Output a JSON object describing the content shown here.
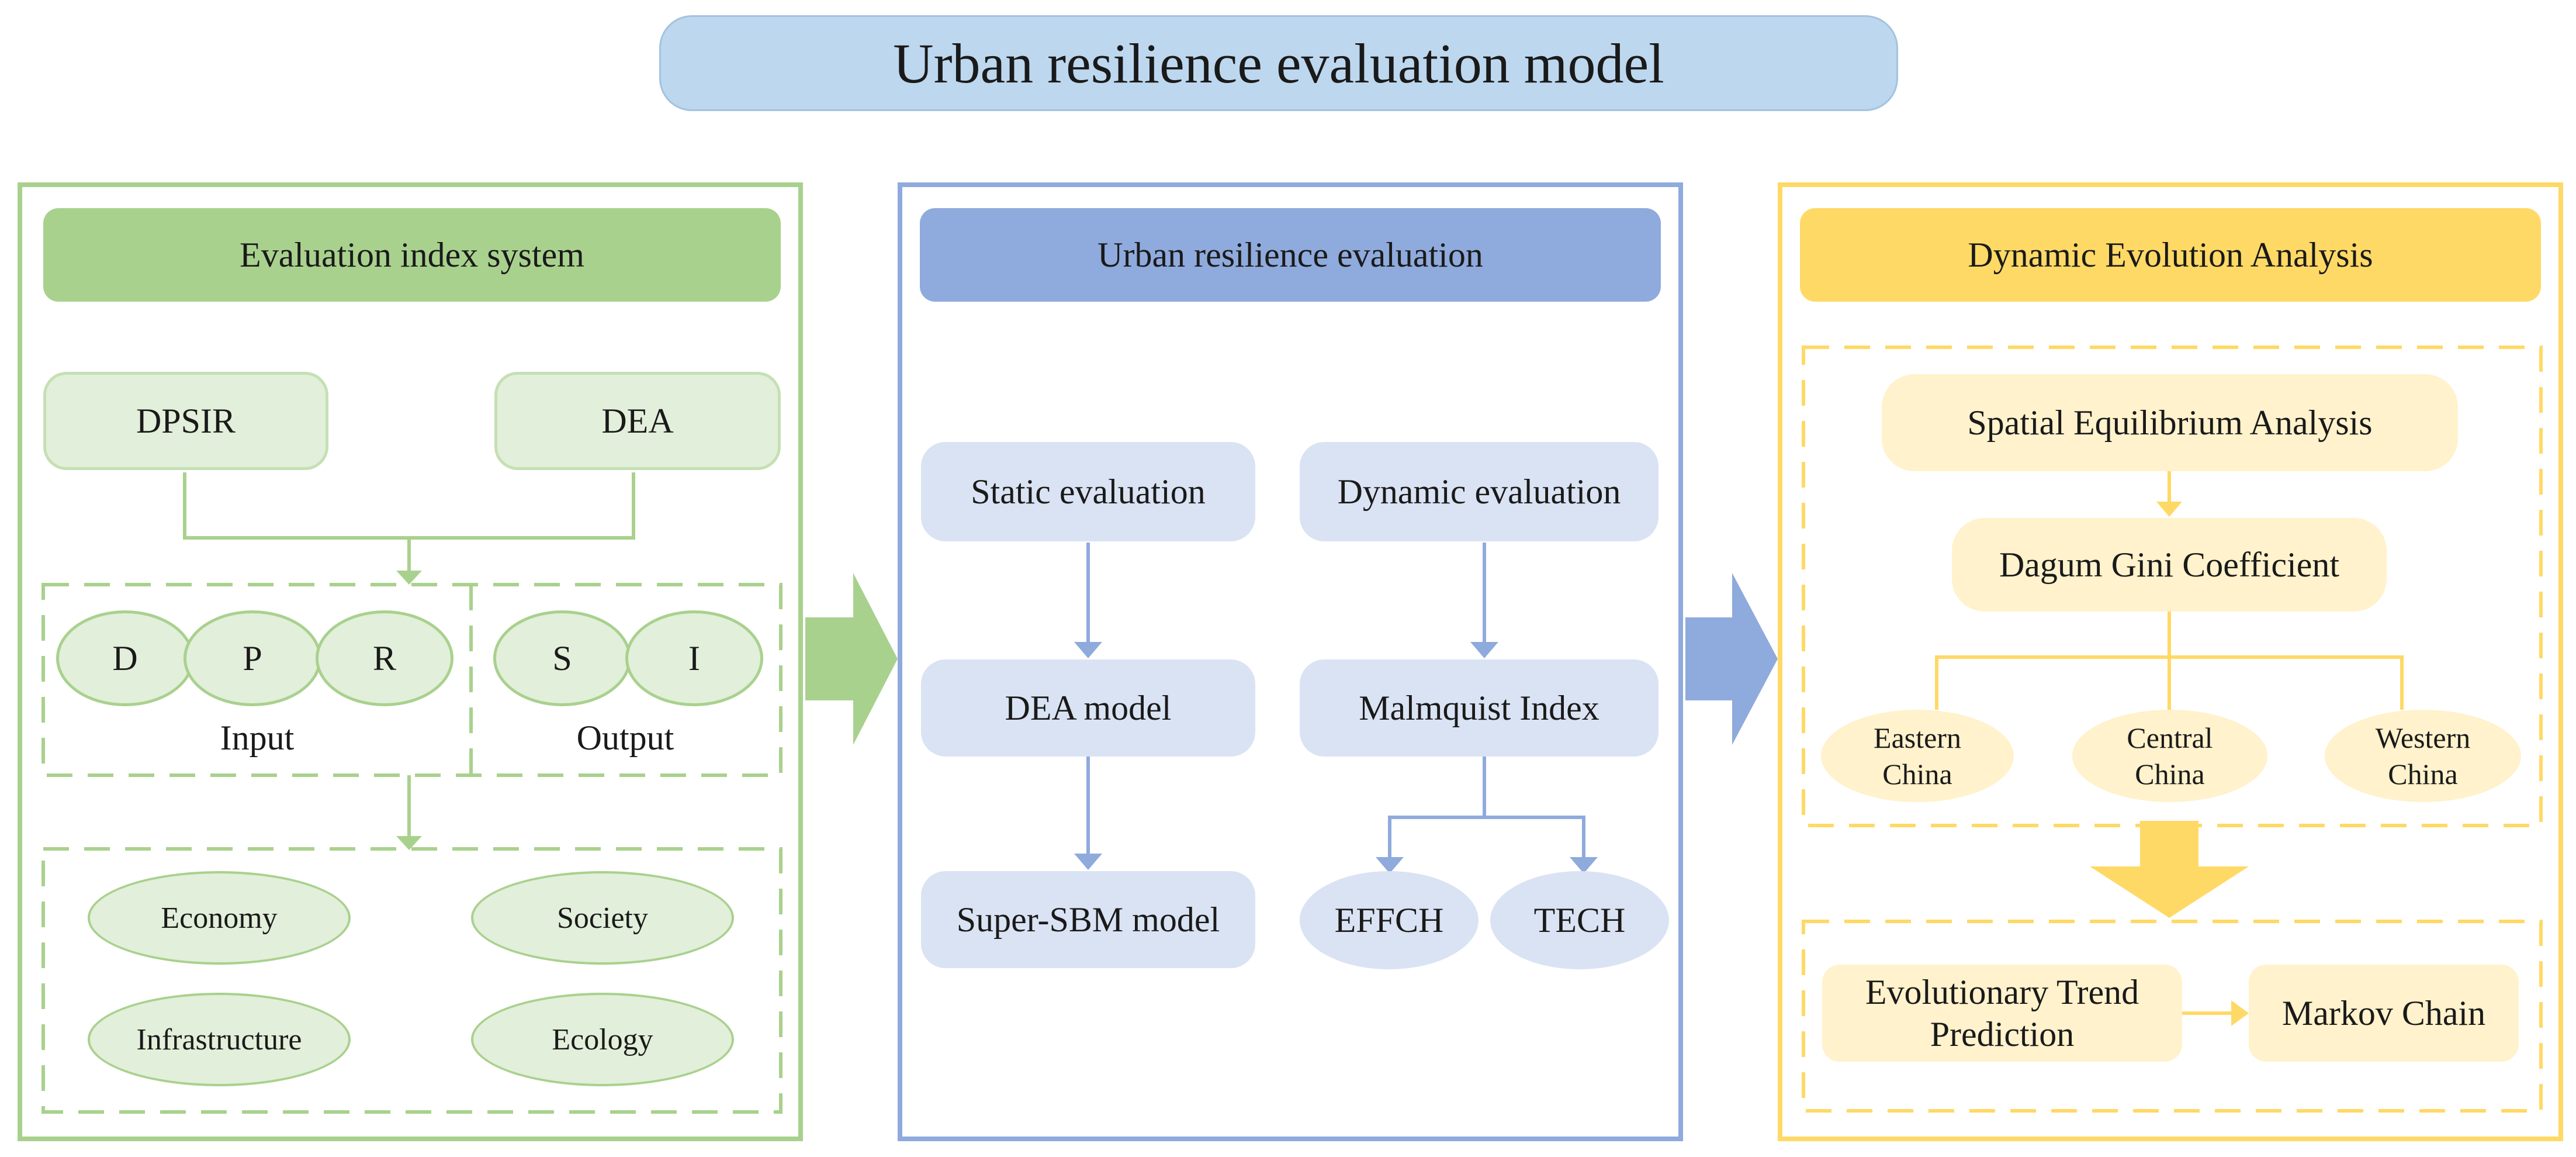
{
  "title": "Urban resilience evaluation model",
  "panel_left": {
    "header": "Evaluation index system",
    "dpsir": "DPSIR",
    "dea": "DEA",
    "input_nodes": [
      "D",
      "P",
      "R"
    ],
    "output_nodes": [
      "S",
      "I"
    ],
    "input_label": "Input",
    "output_label": "Output",
    "categories": [
      "Economy",
      "Society",
      "Infrastructure",
      "Ecology"
    ]
  },
  "panel_mid": {
    "header": "Urban resilience evaluation",
    "static": "Static evaluation",
    "dynamic": "Dynamic evaluation",
    "dea_model": "DEA model",
    "malmquist": "Malmquist Index",
    "super_sbm": "Super-SBM model",
    "effch": "EFFCH",
    "tech": "TECH"
  },
  "panel_right": {
    "header": "Dynamic Evolution Analysis",
    "spatial": "Spatial Equilibrium Analysis",
    "dagum": "Dagum Gini Coefficient",
    "regions": [
      {
        "line1": "Eastern",
        "line2": "China"
      },
      {
        "line1": "Central",
        "line2": "China"
      },
      {
        "line1": "Western",
        "line2": "China"
      }
    ],
    "trend_line1": "Evolutionary Trend",
    "trend_line2": "Prediction",
    "markov": "Markov Chain"
  },
  "colors": {
    "green": "#a9d18e",
    "green_light": "#e2efda",
    "blue": "#8faadc",
    "blue_light": "#dae3f3",
    "yellow": "#ffd966",
    "yellow_light": "#fff2cc",
    "title_blue": "#bdd7ee"
  }
}
